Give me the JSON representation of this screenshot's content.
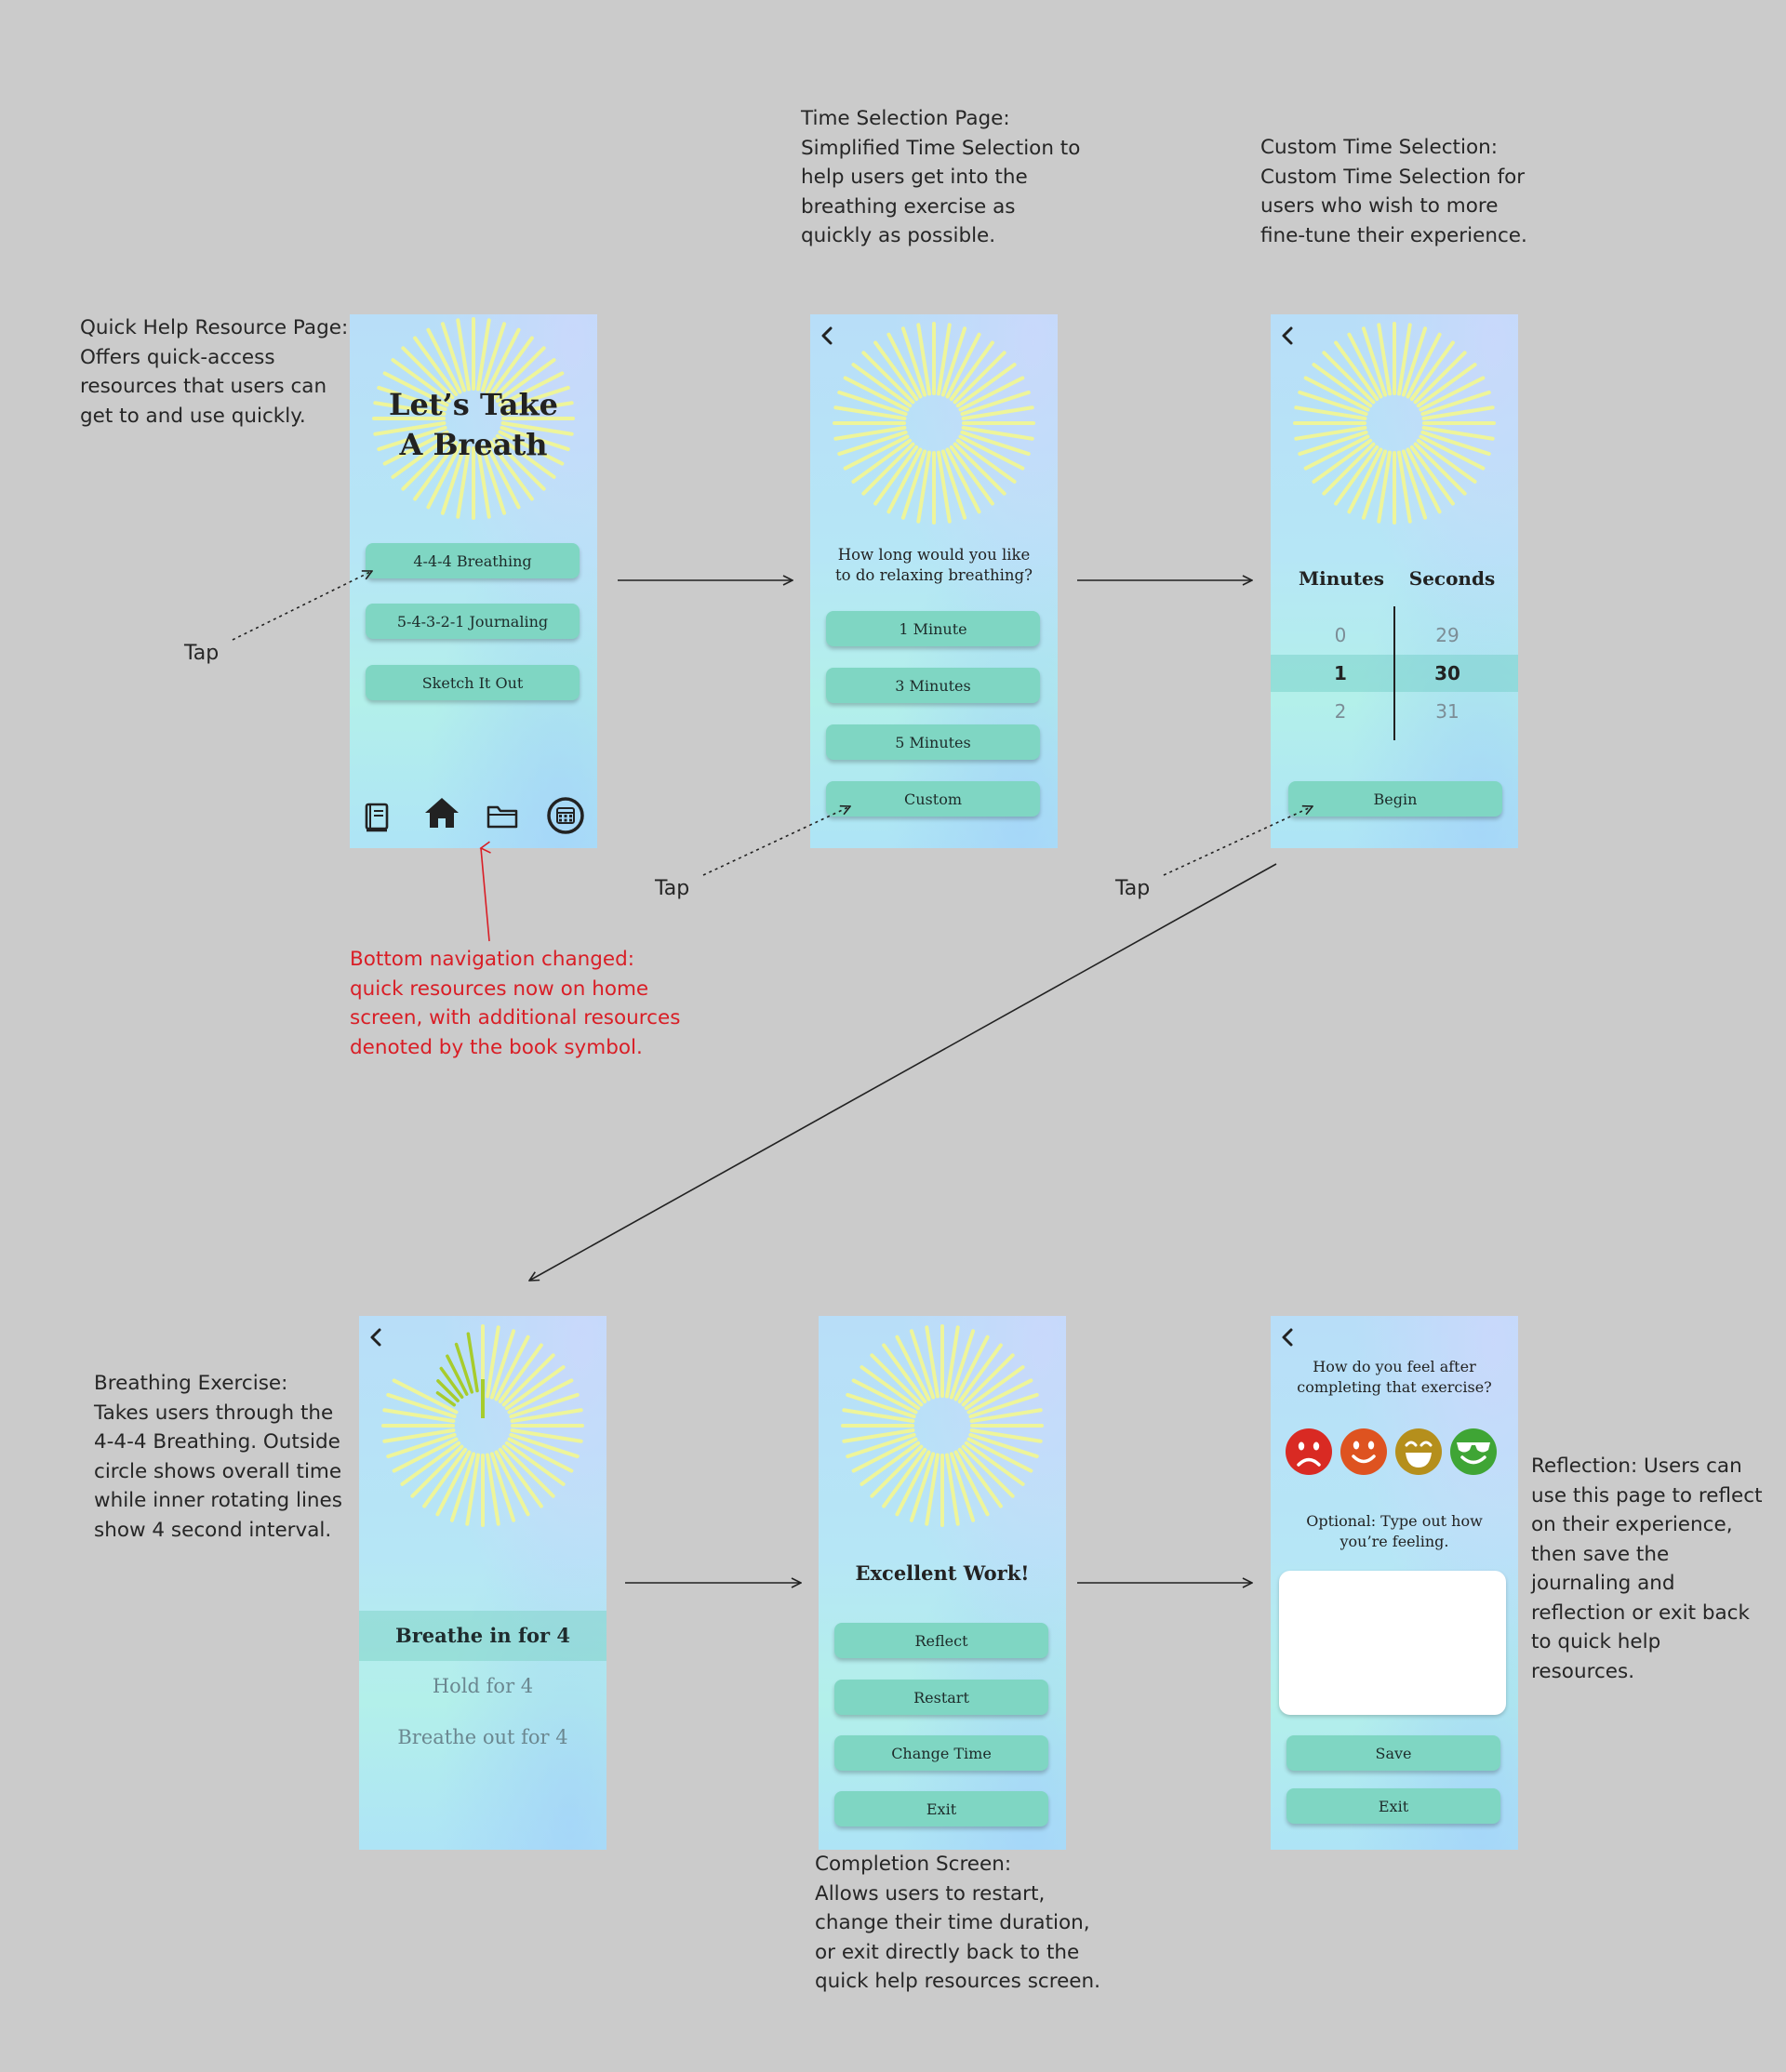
{
  "notes": {
    "quick_help": [
      "Quick Help Resource Page:",
      "Offers quick-access",
      "resources that users can",
      "get to and use quickly."
    ],
    "time_selection": [
      "Time Selection Page:",
      "Simplified Time Selection to",
      "help users get into the",
      "breathing exercise as",
      "quickly as possible."
    ],
    "custom_time": [
      "Custom Time Selection:",
      "Custom Time Selection for",
      "users who wish to more",
      "fine-tune their experience."
    ],
    "bottom_nav": [
      "Bottom navigation changed:",
      "quick resources now on home",
      "screen, with additional resources",
      "denoted by the book symbol."
    ],
    "breathing": [
      "Breathing Exercise:",
      "Takes users through the",
      "4-4-4 Breathing. Outside",
      "circle shows overall time",
      "while inner rotating lines",
      "show 4 second interval."
    ],
    "completion": [
      "Completion Screen:",
      "Allows users to restart,",
      "change their time duration,",
      "or exit directly back to the",
      "quick help resources screen."
    ],
    "reflection": [
      "Reflection: Users can",
      "use this page to reflect",
      "on their experience,",
      "then save the",
      "journaling and",
      "reflection or exit back",
      "to quick help",
      "resources."
    ]
  },
  "tap_labels": [
    "Tap",
    "Tap",
    "Tap"
  ],
  "home": {
    "title_line1": "Let’s Take",
    "title_line2": "A Breath",
    "buttons": [
      "4-4-4 Breathing",
      "5-4-3-2-1 Journaling",
      "Sketch It Out"
    ],
    "nav_icons": [
      "book-icon",
      "home-icon",
      "folder-icon",
      "calendar-icon"
    ]
  },
  "time_select": {
    "question_line1": "How long would you like",
    "question_line2": "to do relaxing breathing?",
    "buttons": [
      "1 Minute",
      "3 Minutes",
      "5 Minutes",
      "Custom"
    ]
  },
  "custom": {
    "col_minutes": "Minutes",
    "col_seconds": "Seconds",
    "minutes": [
      "0",
      "1",
      "2"
    ],
    "seconds": [
      "29",
      "30",
      "31"
    ],
    "begin": "Begin"
  },
  "breathe": {
    "steps": [
      "Breathe in for 4",
      "Hold for 4",
      "Breathe out for 4"
    ]
  },
  "complete": {
    "heading": "Excellent Work!",
    "buttons": [
      "Reflect",
      "Restart",
      "Change Time",
      "Exit"
    ]
  },
  "reflect": {
    "question_line1": "How do you feel after",
    "question_line2": "completing that exercise?",
    "moods": [
      "sad-face-icon",
      "smile-face-icon",
      "grin-face-icon",
      "cool-face-icon"
    ],
    "mood_colors": [
      "#d92a23",
      "#de5320",
      "#b58f1c",
      "#3fa535"
    ],
    "optional_line1": "Optional: Type out how",
    "optional_line2": "you’re feeling.",
    "save": "Save",
    "exit": "Exit"
  },
  "colors": {
    "button": "#7fd6c3",
    "sun_ray": "#eef59a",
    "progress": "#a7cc2c",
    "annotation_red": "#d91e26"
  }
}
